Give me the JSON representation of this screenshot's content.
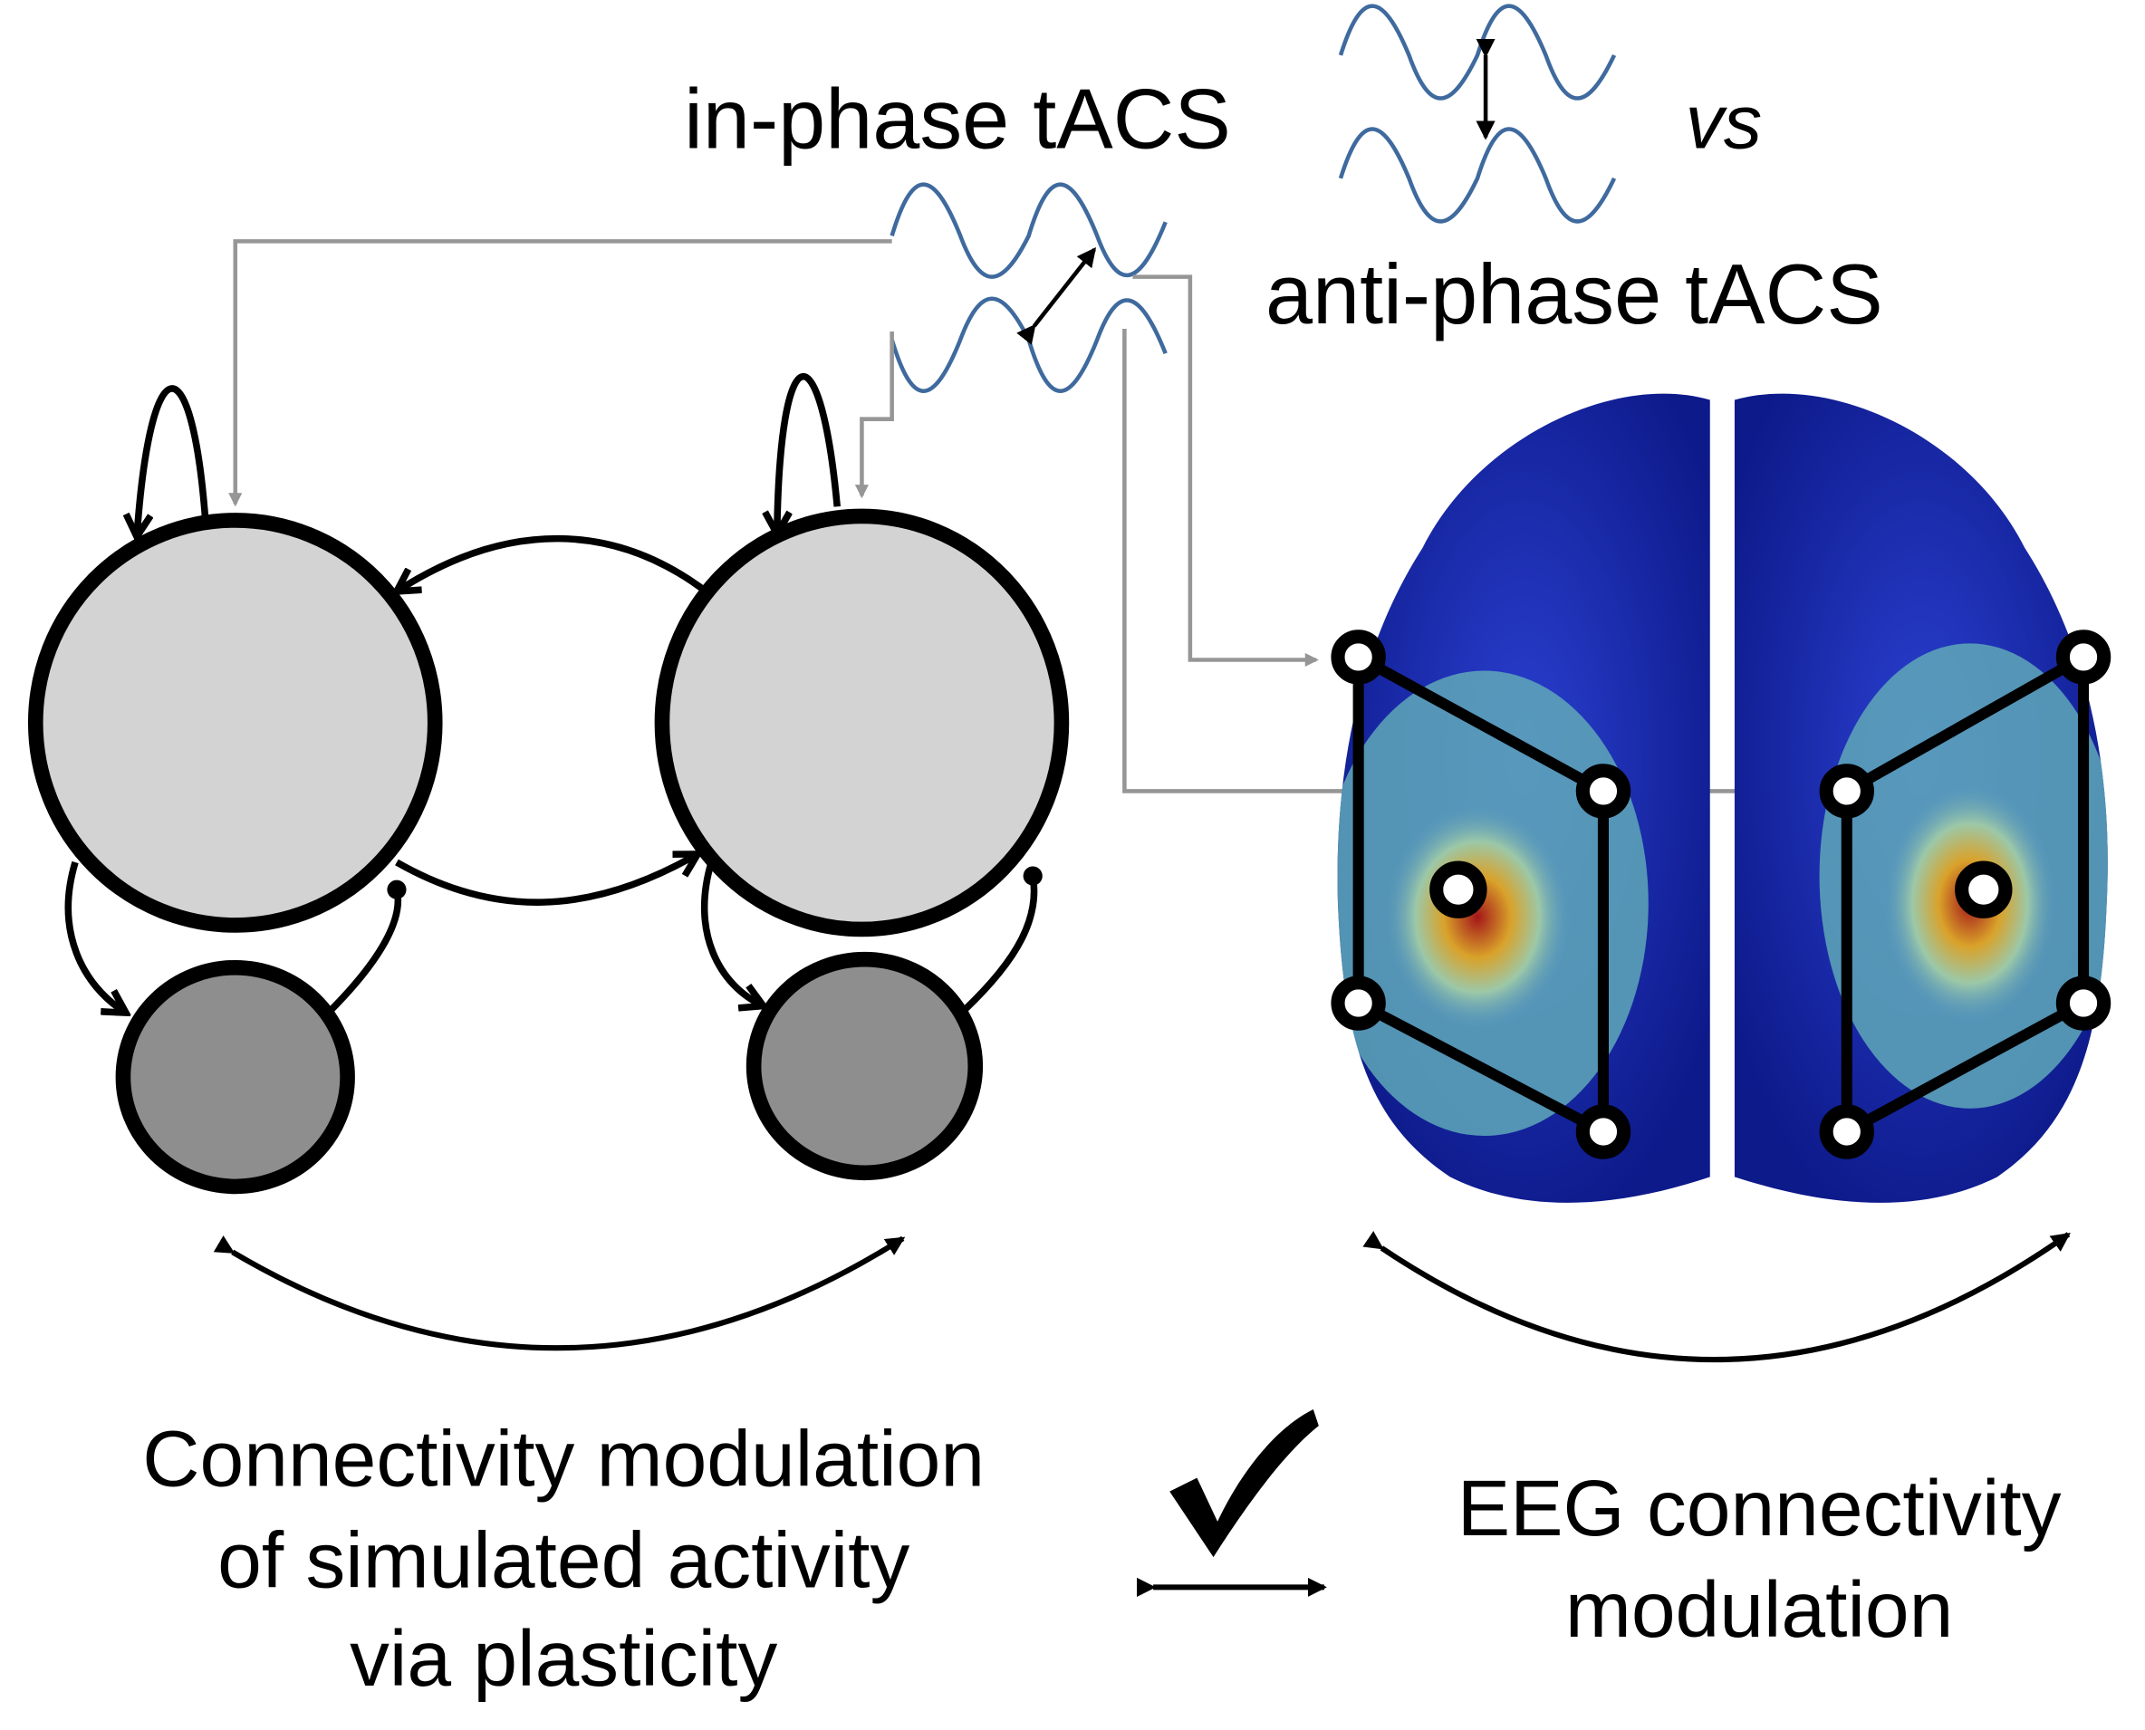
{
  "stimulation": {
    "in_phase_label": "in-phase tACS",
    "versus_label": "vs",
    "anti_phase_label": "anti-phase tACS"
  },
  "model": {
    "caption_lines": [
      "Connectivity modulation",
      "of simulated activity",
      "via plasticity"
    ]
  },
  "eeg": {
    "caption_lines": [
      "EEG connectivity",
      "modulation"
    ]
  },
  "colors": {
    "wave": "#3f6a9e",
    "stim_line": "#969696",
    "excitatory_node": "#d3d3d3",
    "inhibitory_node": "#8e8e8e",
    "brain_base": "#1a2fb5",
    "brain_activity_low": "#6fb7b8",
    "brain_activity_high": "#c0272d"
  }
}
